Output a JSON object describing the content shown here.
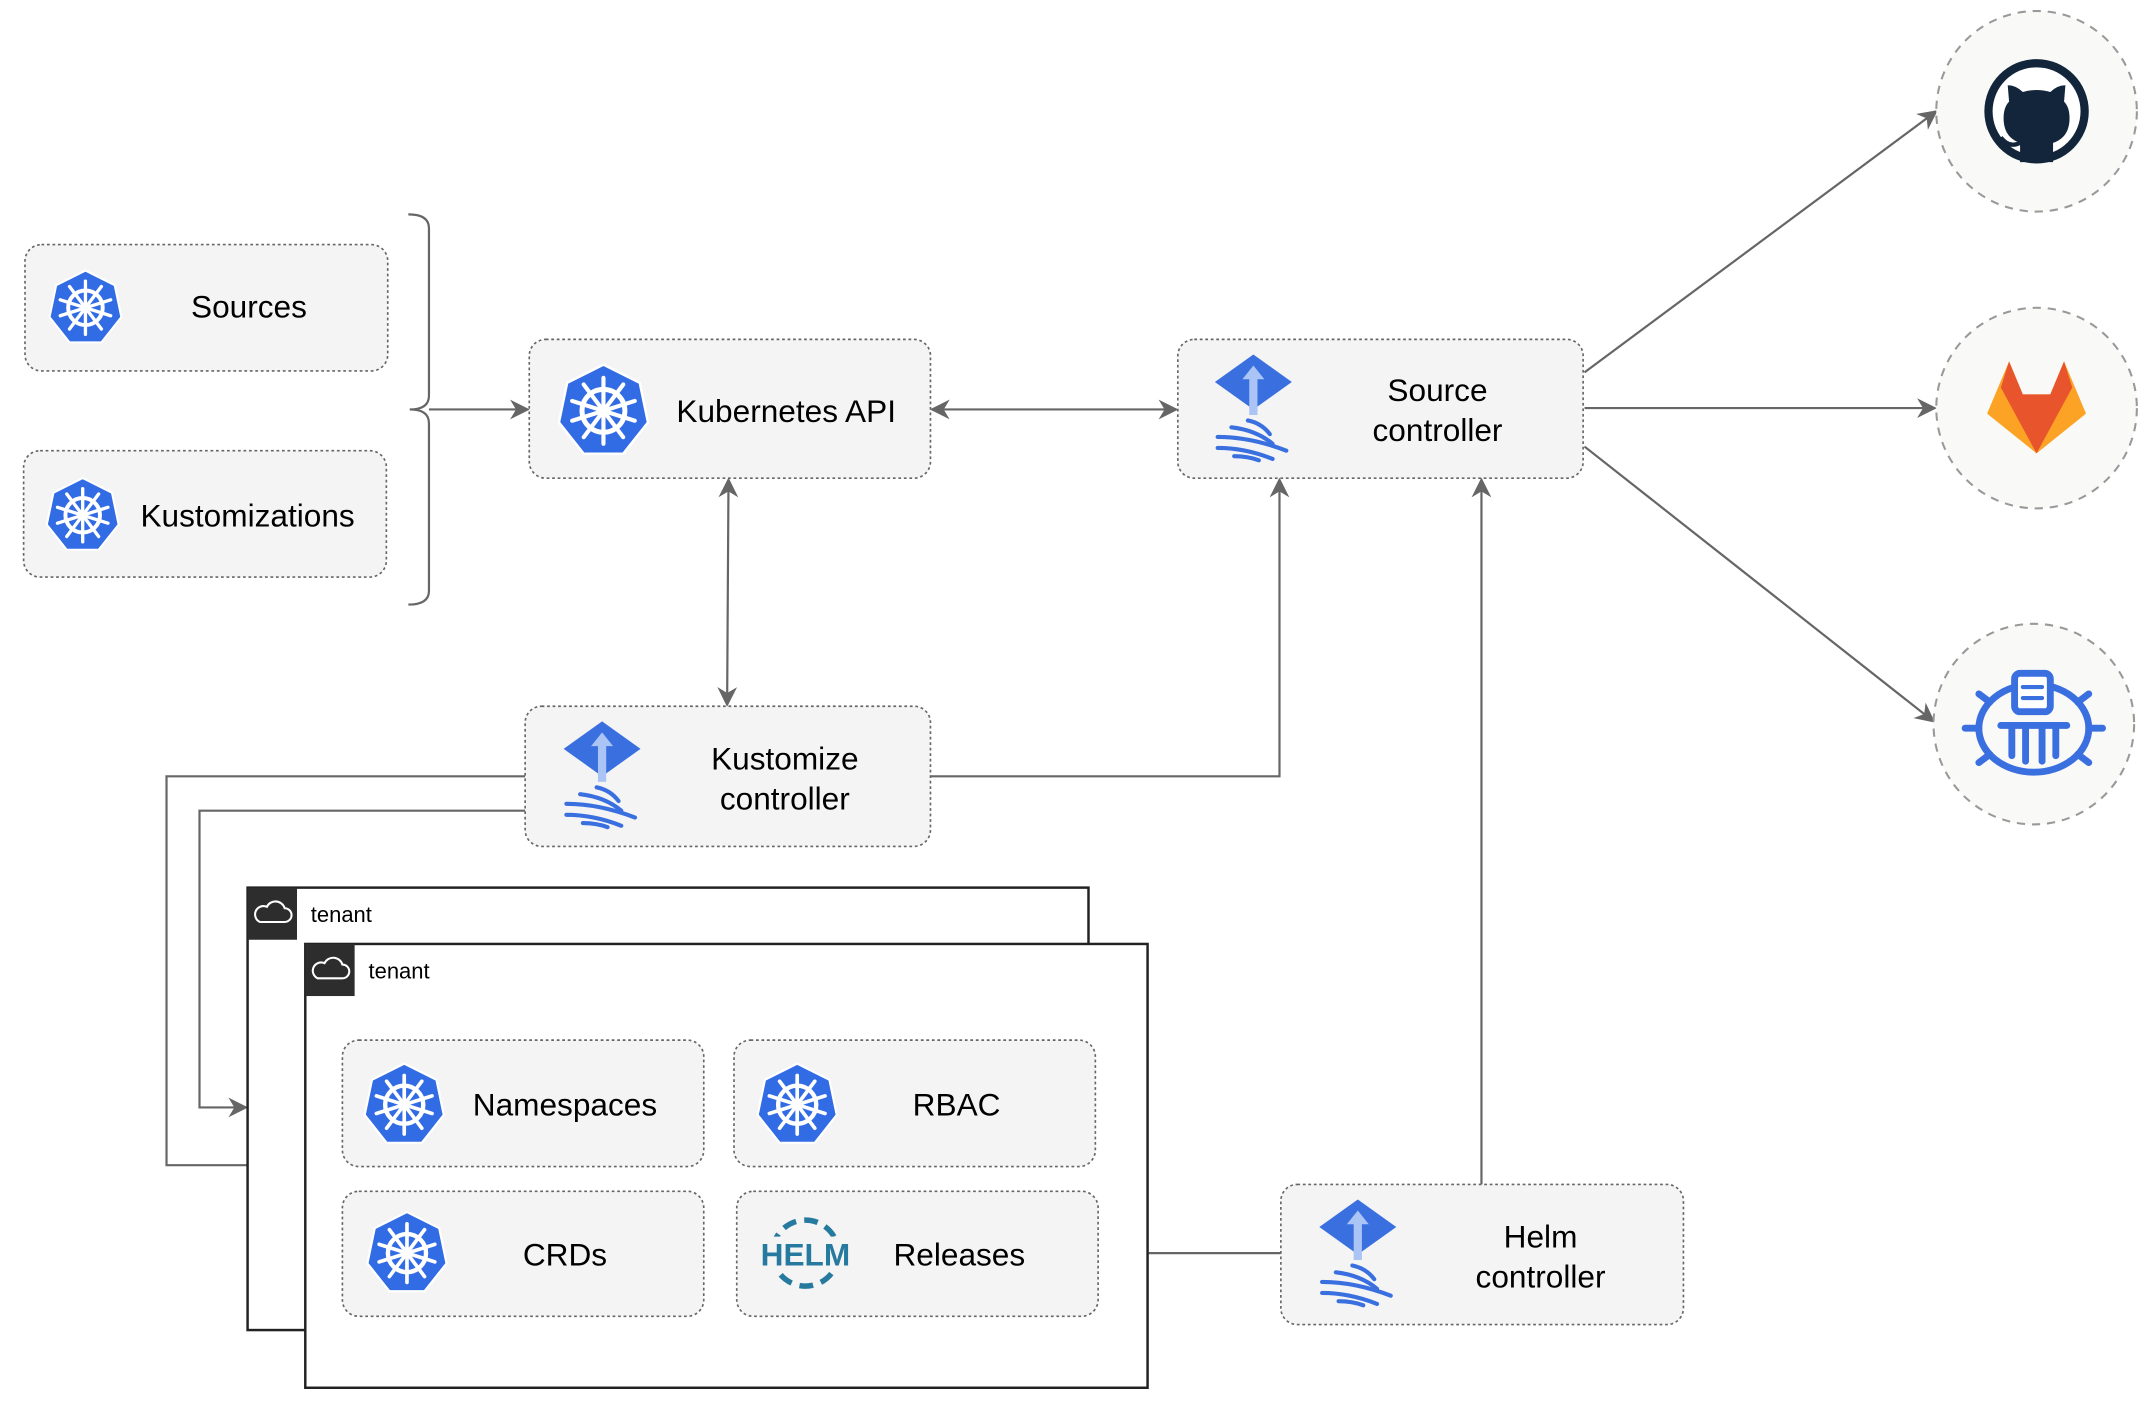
{
  "colors": {
    "k8s_blue": "#326ce5",
    "flux_blue": "#3a6fe0",
    "edge": "#666666",
    "github": "#12253a",
    "gitlab_red": "#e8552c",
    "gitlab_orange": "#fca326",
    "helm": "#277a9f"
  },
  "inputs": {
    "sources": {
      "label": "Sources",
      "icon": "kubernetes-icon"
    },
    "kustomizations": {
      "label": "Kustomizations",
      "icon": "kubernetes-icon"
    }
  },
  "nodes": {
    "kubernetes_api": {
      "label": "Kubernetes API",
      "icon": "kubernetes-icon"
    },
    "source_controller": {
      "line1": "Source",
      "line2": "controller",
      "icon": "flux-icon"
    },
    "kustomize_controller": {
      "line1": "Kustomize",
      "line2": "controller",
      "icon": "flux-icon"
    },
    "helm_controller": {
      "line1": "Helm",
      "line2": "controller",
      "icon": "flux-icon"
    }
  },
  "external_sources": [
    {
      "name": "github",
      "icon": "github-icon"
    },
    {
      "name": "gitlab",
      "icon": "gitlab-icon"
    },
    {
      "name": "bucket",
      "icon": "bucket-icon"
    }
  ],
  "tenants": [
    {
      "label": "tenant",
      "icon": "cloud-icon"
    },
    {
      "label": "tenant",
      "icon": "cloud-icon"
    }
  ],
  "tenant_resources": {
    "namespaces": {
      "label": "Namespaces",
      "icon": "kubernetes-icon"
    },
    "rbac": {
      "label": "RBAC",
      "icon": "kubernetes-icon"
    },
    "crds": {
      "label": "CRDs",
      "icon": "kubernetes-icon"
    },
    "releases": {
      "label": "Releases",
      "icon": "helm-icon",
      "logo_text": "HELM"
    }
  }
}
